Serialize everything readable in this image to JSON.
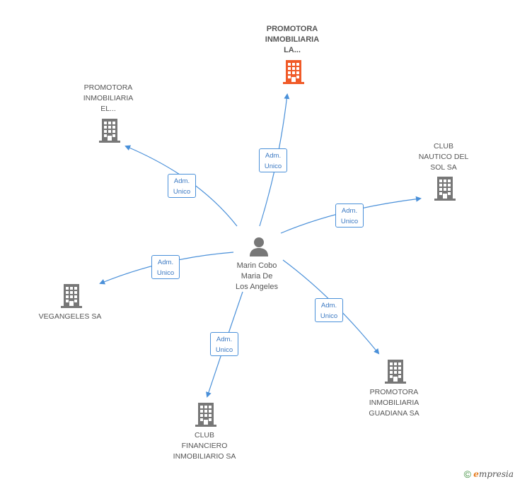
{
  "center": {
    "name": "Marin Cobo\nMaria De\nLos Angeles",
    "icon": "person-icon"
  },
  "nodes": [
    {
      "id": "promotora-la",
      "label": "PROMOTORA\nINMOBILIARIA\nLA...",
      "highlight": true,
      "icon": "building-icon",
      "color": "#f05a28"
    },
    {
      "id": "promotora-el",
      "label": "PROMOTORA\nINMOBILIARIA\nEL...",
      "highlight": false,
      "icon": "building-icon",
      "color": "#777777"
    },
    {
      "id": "club-nautico",
      "label": "CLUB\nNAUTICO DEL\nSOL SA",
      "highlight": false,
      "icon": "building-icon",
      "color": "#777777"
    },
    {
      "id": "vegangeles",
      "label": "VEGANGELES SA",
      "highlight": false,
      "icon": "building-icon",
      "color": "#777777"
    },
    {
      "id": "promotora-guadiana",
      "label": "PROMOTORA\nINMOBILIARIA\nGUADIANA SA",
      "highlight": false,
      "icon": "building-icon",
      "color": "#777777"
    },
    {
      "id": "club-financiero",
      "label": "CLUB\nFINANCIERO\nINMOBILIARIO SA",
      "highlight": false,
      "icon": "building-icon",
      "color": "#777777"
    }
  ],
  "edges": [
    {
      "to": "promotora-la",
      "role": "Adm.\nUnico"
    },
    {
      "to": "promotora-el",
      "role": "Adm.\nUnico"
    },
    {
      "to": "club-nautico",
      "role": "Adm.\nUnico"
    },
    {
      "to": "vegangeles",
      "role": "Adm.\nUnico"
    },
    {
      "to": "promotora-guadiana",
      "role": "Adm.\nUnico"
    },
    {
      "to": "club-financiero",
      "role": "Adm.\nUnico"
    }
  ],
  "colors": {
    "edge": "#4a90d9",
    "highlight": "#f05a28",
    "node": "#777777",
    "person": "#777777"
  },
  "footer": {
    "copyright_symbol": "©",
    "brand_first_letter": "e",
    "brand_rest": "mpresia"
  }
}
